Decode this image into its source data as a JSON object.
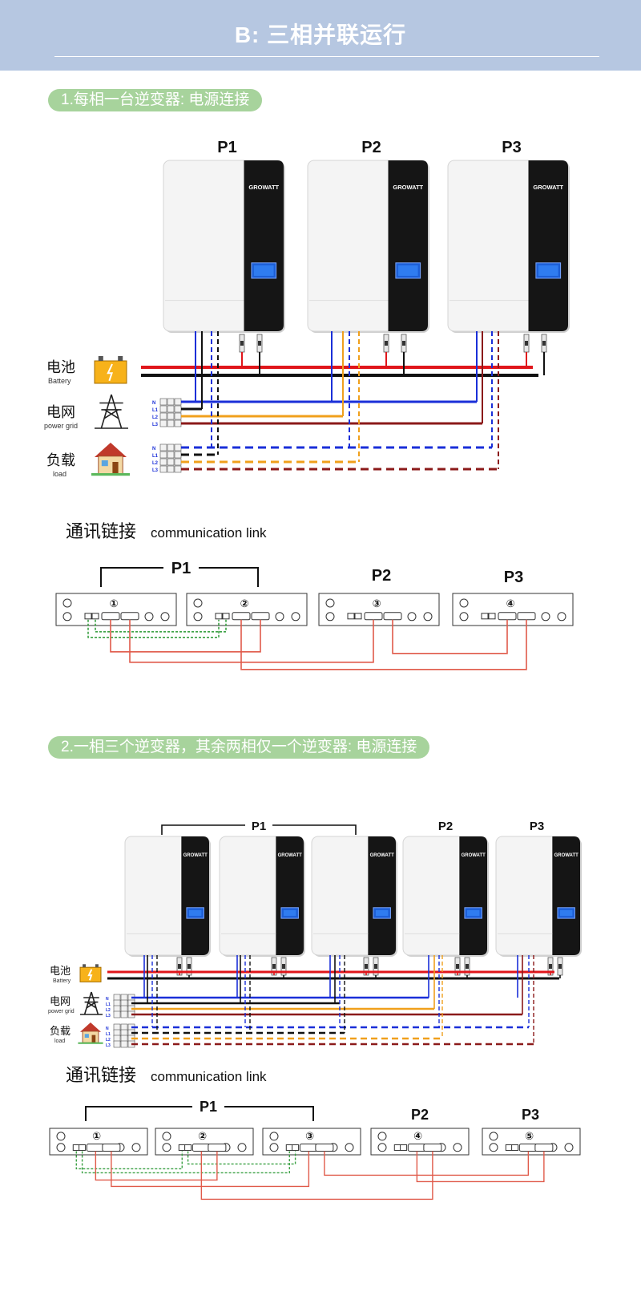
{
  "header": {
    "title": "B: 三相并联运行"
  },
  "section1": {
    "heading": "1.每相一台逆变器: 电源连接",
    "phase_labels": [
      "P1",
      "P2",
      "P3"
    ],
    "inverter_brand": "GROWATT",
    "legend": {
      "battery_cn": "电池",
      "battery_en": "Battery",
      "grid_cn": "电网",
      "grid_en": "power grid",
      "load_cn": "负载",
      "load_en": "load",
      "lines": [
        "N",
        "L1",
        "L2",
        "L3"
      ]
    },
    "comm_title_cn": "通讯链接",
    "comm_title_en": "communication link",
    "comm_group_labels": [
      "P1",
      "P2",
      "P3"
    ],
    "comm_unit_numbers": [
      "①",
      "②",
      "③",
      "④"
    ]
  },
  "section2": {
    "heading": "2.一相三个逆变器，其余两相仅一个逆变器: 电源连接",
    "phase_labels": [
      "P1",
      "P2",
      "P3"
    ],
    "inverter_brand": "GROWATT",
    "legend": {
      "battery_cn": "电池",
      "battery_en": "Battery",
      "grid_cn": "电网",
      "grid_en": "power grid",
      "load_cn": "负载",
      "load_en": "load",
      "lines": [
        "N",
        "L1",
        "L2",
        "L3"
      ]
    },
    "comm_title_cn": "通讯链接",
    "comm_title_en": "communication link",
    "comm_group_labels": [
      "P1",
      "P2",
      "P3"
    ],
    "comm_unit_numbers": [
      "①",
      "②",
      "③",
      "④",
      "⑤"
    ]
  },
  "colors": {
    "header_bg": "#b6c7e1",
    "pill_bg": "#a7d39c",
    "battery_pos": "#e0161b",
    "battery_neg": "#111111",
    "neutral": "#1a2fd8",
    "l1": "#111111",
    "l2": "#f0a01c",
    "l3": "#8b1a1a",
    "comm_red": "#e05a4a",
    "comm_green": "#3aa043"
  }
}
